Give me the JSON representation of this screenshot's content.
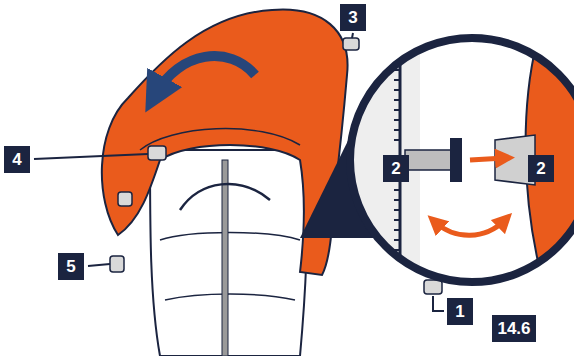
{
  "diagram": {
    "labels": [
      "3",
      "4",
      "2",
      "2",
      "5",
      "1",
      "14.6"
    ]
  }
}
